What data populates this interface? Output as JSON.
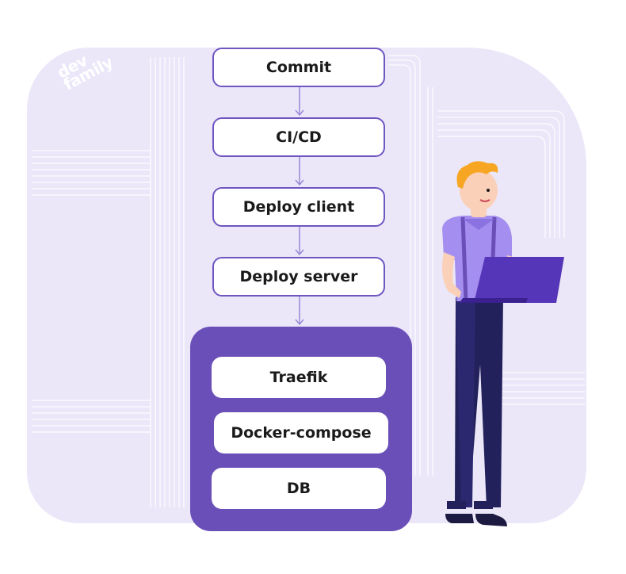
{
  "logo": {
    "line1": "dev",
    "line2": "family"
  },
  "flow": {
    "steps": [
      {
        "label": "Commit"
      },
      {
        "label": "CI/CD"
      },
      {
        "label": "Deploy client"
      },
      {
        "label": "Deploy server"
      }
    ]
  },
  "server": {
    "services": [
      {
        "label": "Traefik"
      },
      {
        "label": "Docker-compose"
      },
      {
        "label": "DB"
      }
    ]
  },
  "colors": {
    "accent": "#6a4fb8",
    "border": "#6e55c0",
    "background_blob": "#ebe7f9",
    "line": "#9a88d8"
  }
}
